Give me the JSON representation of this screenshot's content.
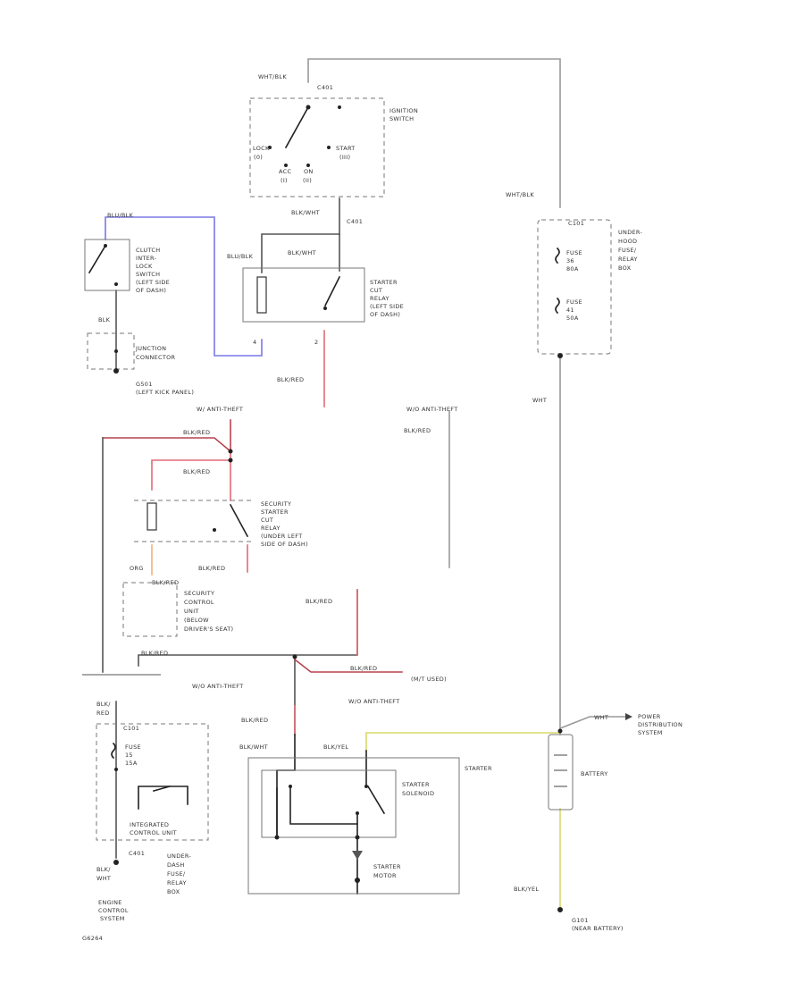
{
  "ignition_switch": {
    "label": [
      "IGNITION",
      "SWITCH"
    ],
    "feed_wire": "WHT/BLK",
    "cavity": "C401",
    "positions": [
      "LOCK",
      "(0)",
      "ACC",
      "(I)",
      "ON",
      "(II)",
      "START",
      "(III)"
    ],
    "output_wire": "BLK/WHT",
    "output_cavity": "C401"
  },
  "fuse_box_upper": {
    "label": [
      "UNDER-",
      "HOOD",
      "FUSE/",
      "RELAY",
      "BOX"
    ],
    "feed_wire": "WHT/BLK",
    "header": "C101",
    "fuses": [
      [
        "FUSE",
        "36",
        "80A"
      ],
      [
        "FUSE",
        "41",
        "50A"
      ]
    ],
    "out_wire": "WHT"
  },
  "clutch_switch": {
    "label": [
      "CLUTCH",
      "INTER-",
      "LOCK",
      "SWITCH",
      "(LEFT SIDE",
      "OF DASH)"
    ],
    "wire_in": "BLU/BLK",
    "wire_out": "BLK"
  },
  "junction_connector": {
    "label": [
      "JUNCTION",
      "CONNECTOR"
    ],
    "ground": [
      "G501",
      "(LEFT KICK PANEL)"
    ]
  },
  "starter_cut_relay": {
    "label": [
      "STARTER",
      "CUT",
      "RELAY",
      "(LEFT SIDE",
      "OF DASH)"
    ],
    "wire_top": "BLK/WHT",
    "wire_left": "BLU/BLK",
    "pin_left": "4",
    "pin_right": "2",
    "out_wire": "BLK/RED"
  },
  "security_relay": {
    "label": [
      "SECURITY",
      "STARTER",
      "CUT",
      "RELAY",
      "(UNDER LEFT",
      "SIDE OF DASH)"
    ],
    "note_top": "W/ ANTI-THEFT",
    "wire_top": "BLK/RED",
    "wire_mid": "BLK/RED",
    "wire_out": "BLK/RED",
    "wire_orange": "ORG"
  },
  "security_unit": {
    "label": [
      "SECURITY",
      "CONTROL",
      "UNIT",
      "(BELOW",
      "DRIVER'S SEAT)"
    ],
    "wire": "BLK/RED"
  },
  "middle_notes": {
    "wo_anti_theft_top": "W/O ANTI-THEFT",
    "blk_red_right": "BLK/RED",
    "blk_red_lower": "BLK/RED",
    "blk_red_left": "BLK/RED",
    "wo_anti_theft_low": "W/O ANTI-THEFT",
    "mt_label": "BLK/RED",
    "mt_note": "(M/T USED)",
    "wo_anti_theft_low2": "W/O ANTI-THEFT"
  },
  "starter": {
    "label": "STARTER",
    "solenoid": [
      "STARTER",
      "SOLENOID"
    ],
    "motor": [
      "STARTER",
      "MOTOR"
    ],
    "wire_in": "BLK/WHT",
    "wire_left": "BLK/RED",
    "wire_batt": "BLK/YEL"
  },
  "integrated_unit": {
    "label": [
      "INTEGRATED",
      "CONTROL UNIT"
    ],
    "header": "C101",
    "fuse": [
      "FUSE",
      "15",
      "15A"
    ],
    "wire_in": [
      "BLK/",
      "RED"
    ],
    "wire_out": [
      "BLK/",
      "WHT"
    ],
    "under_label": [
      "UNDER-",
      "DASH",
      "FUSE/",
      "RELAY",
      "BOX"
    ],
    "cavity": "C401",
    "destination": [
      "ENGINE",
      "CONTROL",
      "SYSTEM"
    ]
  },
  "battery": {
    "label": "BATTERY",
    "wire_out": "WHT",
    "destination": [
      "POWER",
      "DISTRIBUTION",
      "SYSTEM"
    ],
    "ground_wire": "BLK/YEL",
    "ground": [
      "G101",
      "(NEAR BATTERY)"
    ]
  },
  "figure_id": "G6264"
}
